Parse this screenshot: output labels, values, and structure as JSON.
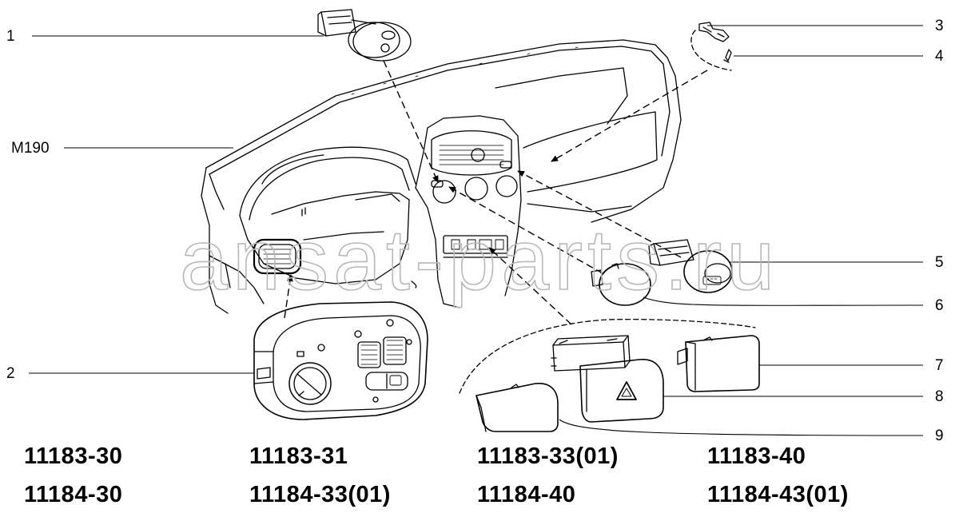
{
  "watermark": "ansat-parts.ru",
  "callouts": {
    "c1": "1",
    "c2": "2",
    "c3": "3",
    "c4": "4",
    "c5": "5",
    "c6": "6",
    "c7": "7",
    "c8": "8",
    "c9": "9",
    "m190": "M190"
  },
  "model_codes": {
    "r1": [
      "11183-30",
      "11183-31",
      "11183-33(01)",
      "11183-40"
    ],
    "r2": [
      "11184-30",
      "11184-33(01)",
      "11184-40",
      "11184-43(01)"
    ]
  }
}
